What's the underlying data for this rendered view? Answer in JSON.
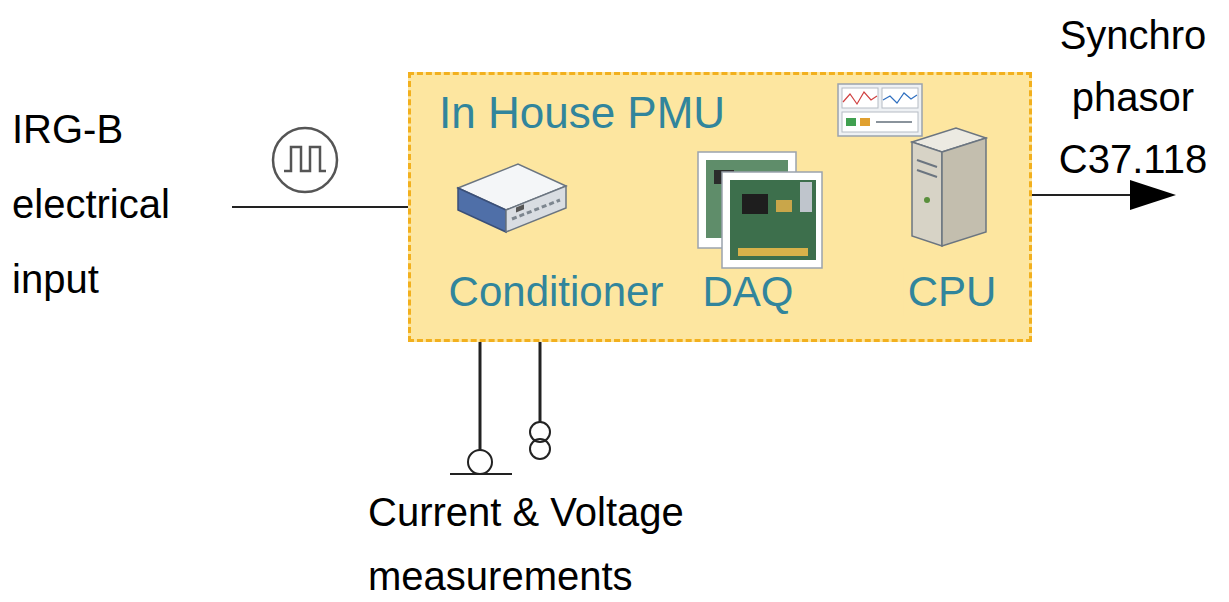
{
  "diagram": {
    "nodes": [
      {
        "text": [
          "In House PMU"
        ]
      },
      {
        "text": [
          "Conditioner"
        ],
        "in": 0
      },
      {
        "text": [
          "DAQ"
        ],
        "in": 0
      },
      {
        "text": [
          "CPU"
        ],
        "in": 0
      }
    ],
    "edges": [
      {
        "from": 1,
        "to": 2,
        "arrow": "none"
      },
      {
        "from": 2,
        "to": 3,
        "arrow": "none"
      }
    ],
    "labels": [
      "IRG-B electrical input",
      "Synchro phasor C37.118",
      "Current & Voltage measurements"
    ]
  }
}
